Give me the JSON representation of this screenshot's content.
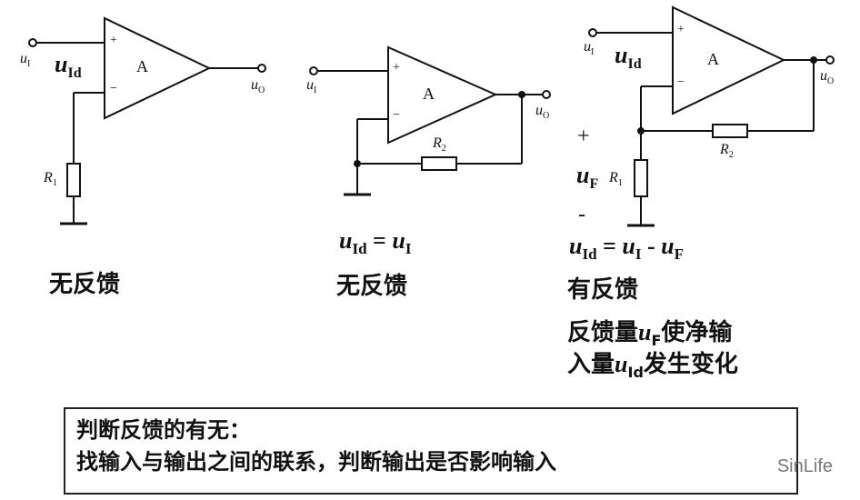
{
  "circuit1": {
    "input": "u",
    "input_sub": "I",
    "diff": "u",
    "diff_sub": "Id",
    "amp": "A",
    "output": "u",
    "output_sub": "O",
    "resistor": "R",
    "resistor_sub": "1",
    "caption": "无反馈"
  },
  "circuit2": {
    "input": "u",
    "input_sub": "I",
    "amp": "A",
    "output": "u",
    "output_sub": "O",
    "resistor": "R",
    "resistor_sub": "2",
    "eq_lhs": "u",
    "eq_lhs_sub": "Id",
    "eq_sign": " = ",
    "eq_rhs": "u",
    "eq_rhs_sub": "I",
    "caption": "无反馈"
  },
  "circuit3": {
    "input": "u",
    "input_sub": "I",
    "diff": "u",
    "diff_sub": "Id",
    "amp": "A",
    "output": "u",
    "output_sub": "O",
    "feedback_resistor": "R",
    "feedback_resistor_sub": "2",
    "fb": "u",
    "fb_sub": "F",
    "ground_resistor": "R",
    "ground_resistor_sub": "1",
    "plus_sign": "+",
    "minus_sign": "-",
    "eq_lhs": "u",
    "eq_lhs_sub": "Id",
    "eq_sign": " = ",
    "eq_mid": "u",
    "eq_mid_sub": "I",
    "eq_op": " - ",
    "eq_rhs": "u",
    "eq_rhs_sub": "F",
    "caption": "有反馈",
    "desc1_a": "反馈量",
    "desc1_var": "u",
    "desc1_sub": "F",
    "desc1_b": "使净输",
    "desc2_a": "入量",
    "desc2_var": "u",
    "desc2_sub": "Id",
    "desc2_b": "发生变化"
  },
  "opamp_plus": "+",
  "opamp_minus": "−",
  "note": {
    "line1": "判断反馈的有无：",
    "line2": "找输入与输出之间的联系，判断输出是否影响输入"
  },
  "watermark": "SinLife"
}
